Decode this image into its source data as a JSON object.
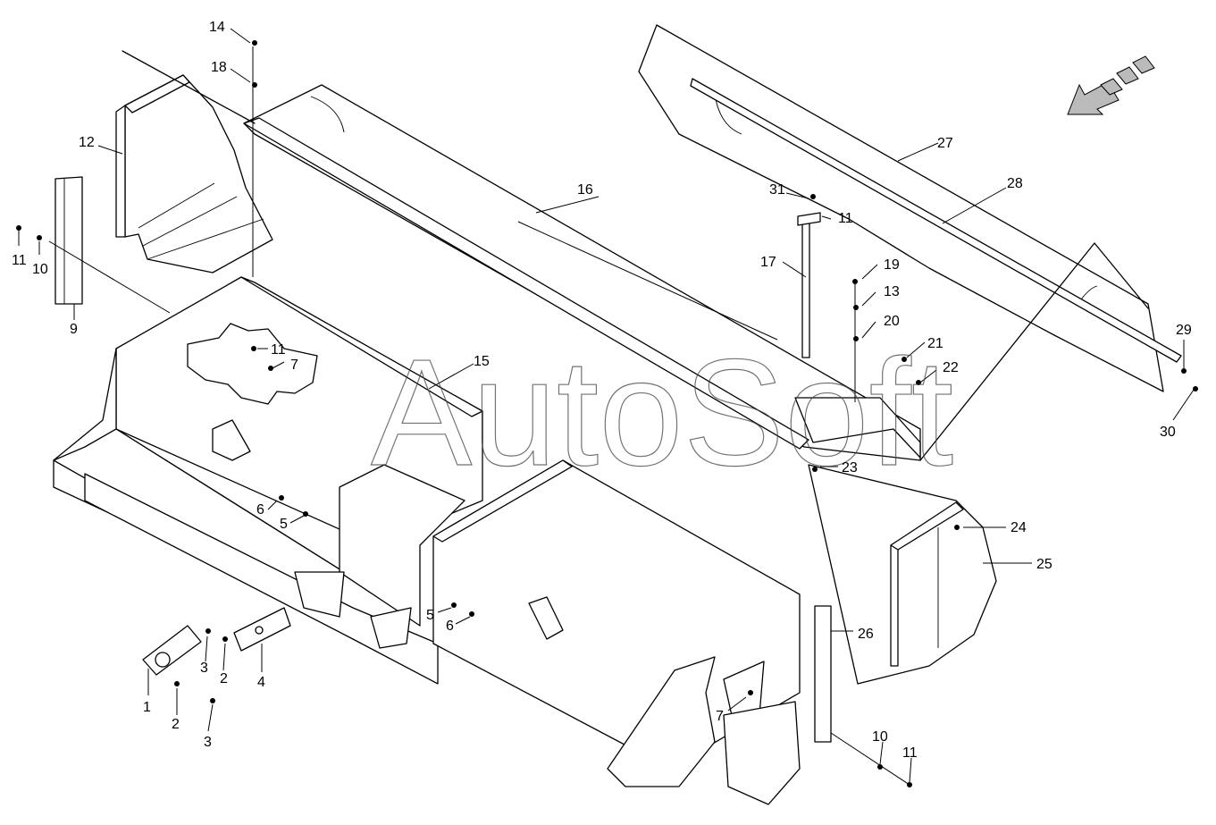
{
  "watermark": "AutoSoft",
  "callouts": {
    "c1": "1",
    "c2a": "2",
    "c2b": "2",
    "c3a": "3",
    "c3b": "3",
    "c4": "4",
    "c5a": "5",
    "c5b": "5",
    "c6a": "6",
    "c6b": "6",
    "c7a": "7",
    "c7b": "7",
    "c9": "9",
    "c10a": "10",
    "c10b": "10",
    "c11a": "11",
    "c11b": "11",
    "c11c": "11",
    "c11d": "11",
    "c12": "12",
    "c13": "13",
    "c14": "14",
    "c15": "15",
    "c16": "16",
    "c17": "17",
    "c18": "18",
    "c19": "19",
    "c20": "20",
    "c21": "21",
    "c22": "22",
    "c23": "23",
    "c24": "24",
    "c25": "25",
    "c26": "26",
    "c27": "27",
    "c28": "28",
    "c29": "29",
    "c30": "30",
    "c31": "31"
  },
  "icons": {
    "direction": "direction-arrow-icon"
  }
}
